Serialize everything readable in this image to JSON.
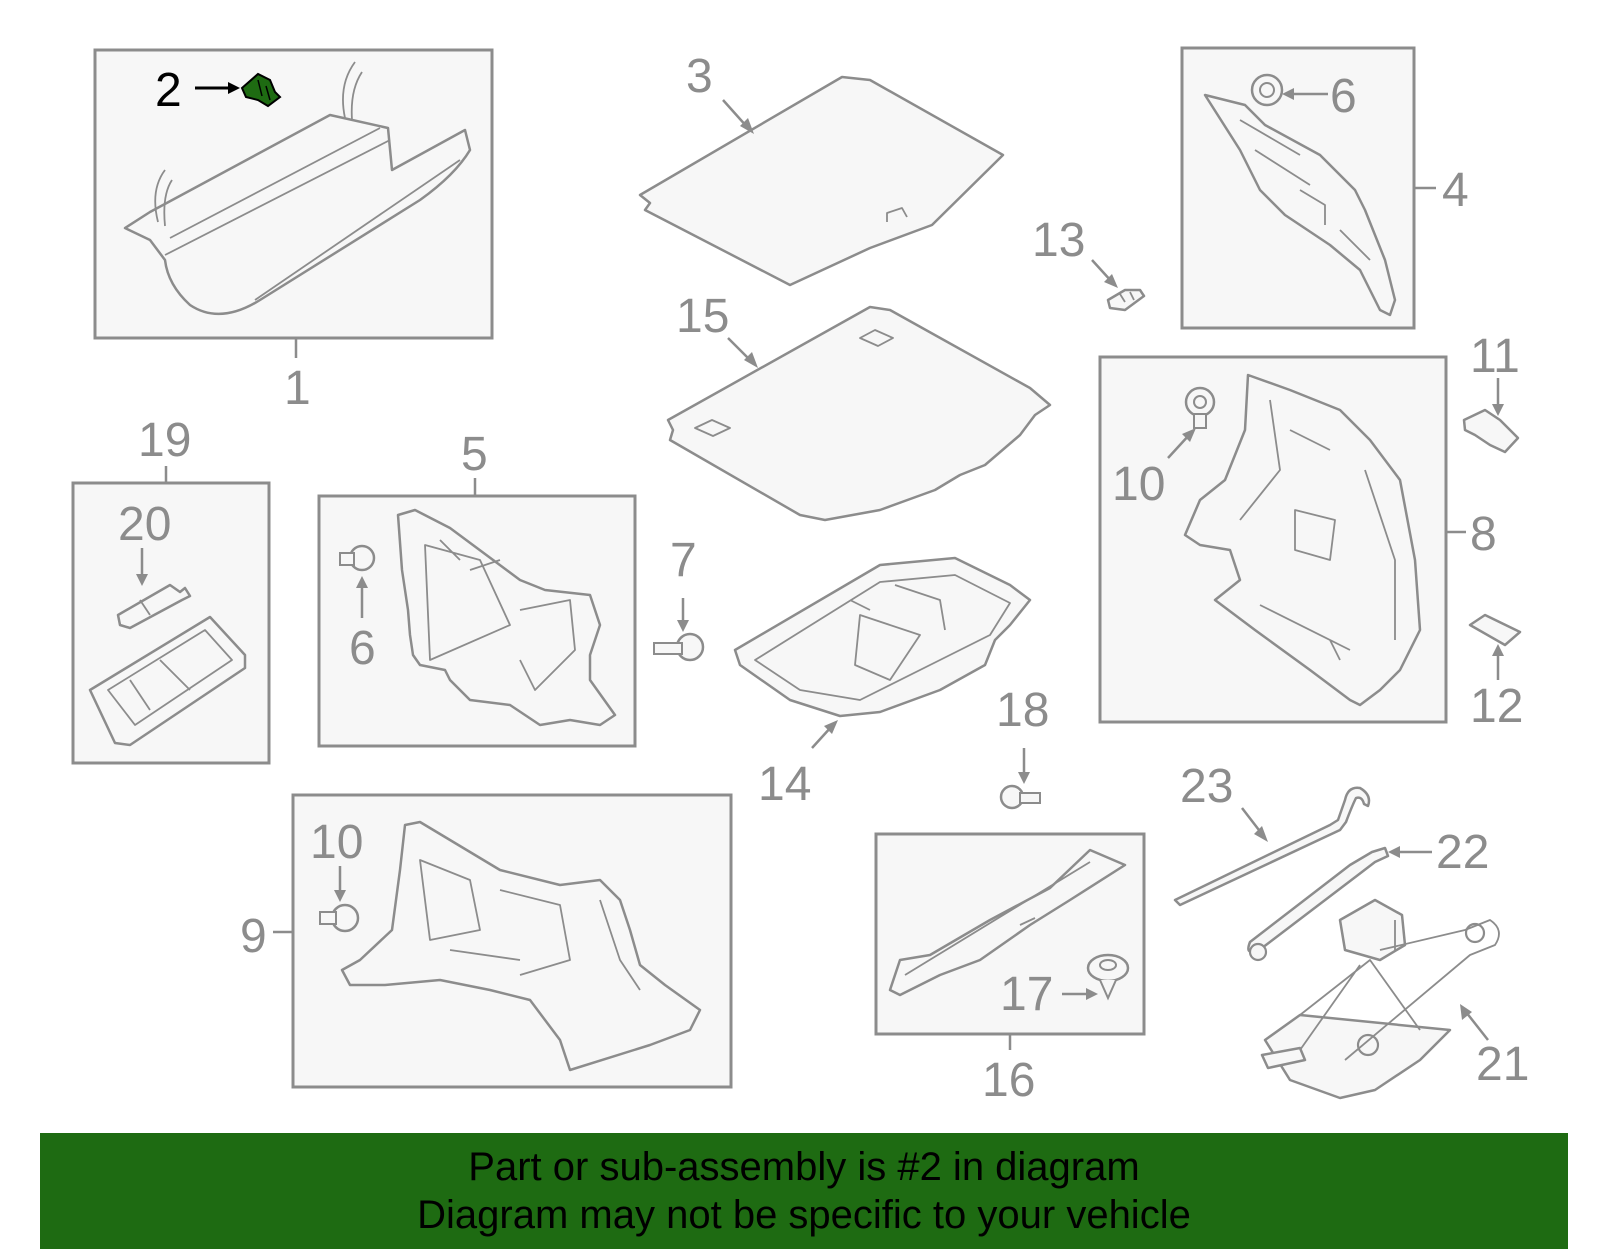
{
  "callouts": {
    "c1": "1",
    "c2": "2",
    "c3": "3",
    "c4": "4",
    "c5": "5",
    "c6a": "6",
    "c6b": "6",
    "c7": "7",
    "c8": "8",
    "c9": "9",
    "c10a": "10",
    "c10b": "10",
    "c11": "11",
    "c12": "12",
    "c13": "13",
    "c14": "14",
    "c15": "15",
    "c16": "16",
    "c17": "17",
    "c18": "18",
    "c19": "19",
    "c20": "20",
    "c21": "21",
    "c22": "22",
    "c23": "23"
  },
  "highlighted_part": "2",
  "colors": {
    "line_gray": "#8c8c8c",
    "highlight_green": "#1e6b12",
    "banner_green": "#1e6b12",
    "banner_text": "#000000"
  },
  "banner": {
    "line1": "Part or sub-assembly is #2 in diagram",
    "line2": "Diagram may not be specific to your vehicle"
  }
}
